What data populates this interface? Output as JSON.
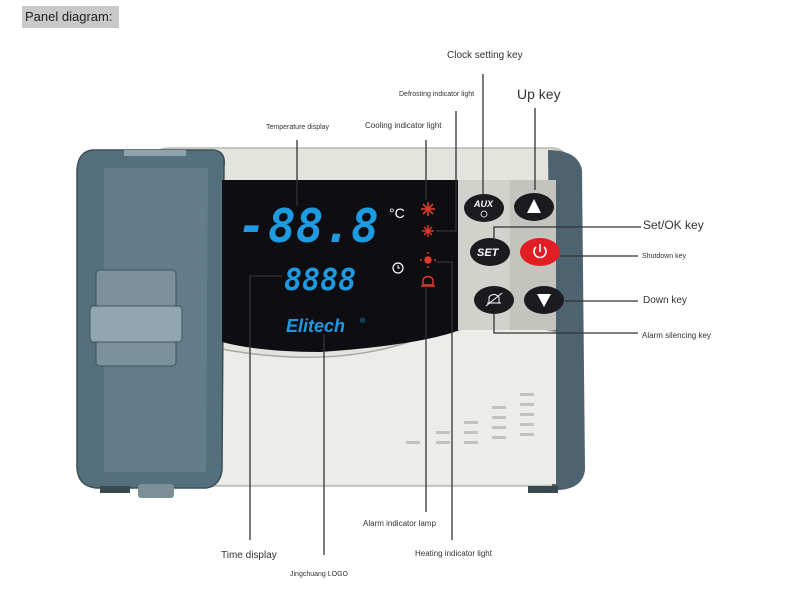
{
  "header": {
    "tag": "Panel diagram:"
  },
  "labels": {
    "clock_setting_key": "Clock setting key",
    "up_key": "Up key",
    "defrosting_indicator": "Defrosting indicator light",
    "temperature_display": "Temperature display",
    "cooling_indicator": "Cooling indicator light",
    "set_ok_key": "Set/OK key",
    "shutdown_key": "Shutdown key",
    "down_key": "Down key",
    "alarm_silencing_key": "Alarm silencing key",
    "alarm_indicator_lamp": "Alarm indicator lamp",
    "heating_indicator": "Heating indicator light",
    "time_display": "Time display",
    "logo_label": "Jingchuang LOGO"
  },
  "display": {
    "temp_sign": "-",
    "temp_digits": "88.8",
    "temp_unit": "°C",
    "time_digits": "8888",
    "brand": "Elitech",
    "brand_mark": "®"
  },
  "keys": {
    "aux_label": "AUX",
    "set_label": "SET"
  },
  "colors": {
    "display_bg": "#0d0d12",
    "digit_blue": "#1e9be0",
    "indicator_red": "#e23a2a",
    "shell_grey": "#e4e4de",
    "side_blue": "#4d6470",
    "power_red": "#e01e24"
  }
}
